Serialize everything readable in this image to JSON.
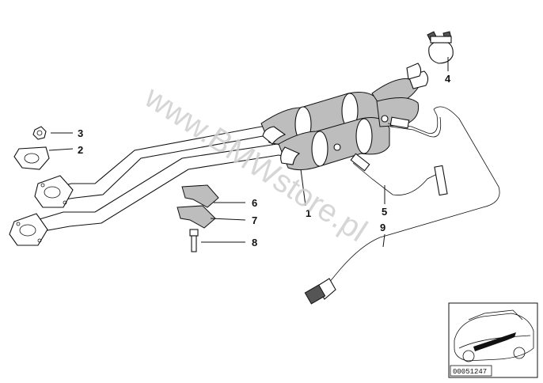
{
  "diagram": {
    "watermark": "www.BMWstore.pl",
    "diagram_id": "00051247",
    "callouts": [
      {
        "id": "callout-1",
        "label": "1"
      },
      {
        "id": "callout-2",
        "label": "2"
      },
      {
        "id": "callout-3",
        "label": "3"
      },
      {
        "id": "callout-4",
        "label": "4"
      },
      {
        "id": "callout-5",
        "label": "5"
      },
      {
        "id": "callout-6",
        "label": "6"
      },
      {
        "id": "callout-7",
        "label": "7"
      },
      {
        "id": "callout-8",
        "label": "8"
      },
      {
        "id": "callout-9",
        "label": "9"
      }
    ]
  }
}
